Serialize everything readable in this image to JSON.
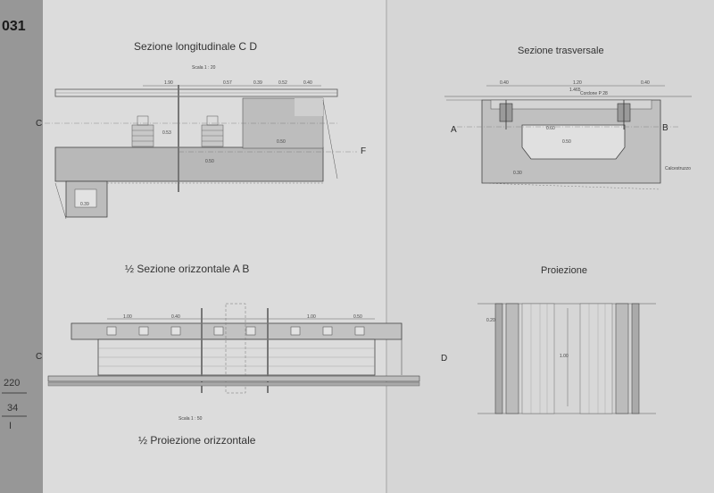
{
  "sheet": {
    "number": "031",
    "margin_notes": [
      "220",
      "34",
      "I"
    ]
  },
  "views": {
    "longitudinal": {
      "title": "Sezione longitudinale C D",
      "scale": "Scala 1 : 20",
      "dims": [
        "1.90",
        "0.57",
        "0.39",
        "0.52",
        "0.40"
      ],
      "inner_dims": [
        "0.53",
        "0.39",
        "0.50",
        "0.50"
      ],
      "left_letter": "C",
      "right_letter": "F"
    },
    "transversal": {
      "title": "Sezione trasversale",
      "dims": [
        "0.40",
        "1.20",
        "0.40",
        "1.465"
      ],
      "notes": [
        "Cordone P 28",
        "Calcestruzzo",
        "0.60",
        "0.50",
        "0.30"
      ],
      "left_letter": "A",
      "right_letter": "B"
    },
    "horizontal": {
      "title": "½ Sezione orizzontale A B",
      "scale": "Scala 1 : 50",
      "dims": [
        "1.00",
        "0.40",
        "1.00",
        "0.50"
      ],
      "left_letter": "C",
      "right_letter": "D",
      "footer": "½ Proiezione orizzontale"
    },
    "projection": {
      "title": "Proiezione",
      "dims": [
        "1.00",
        "0.20"
      ]
    }
  }
}
